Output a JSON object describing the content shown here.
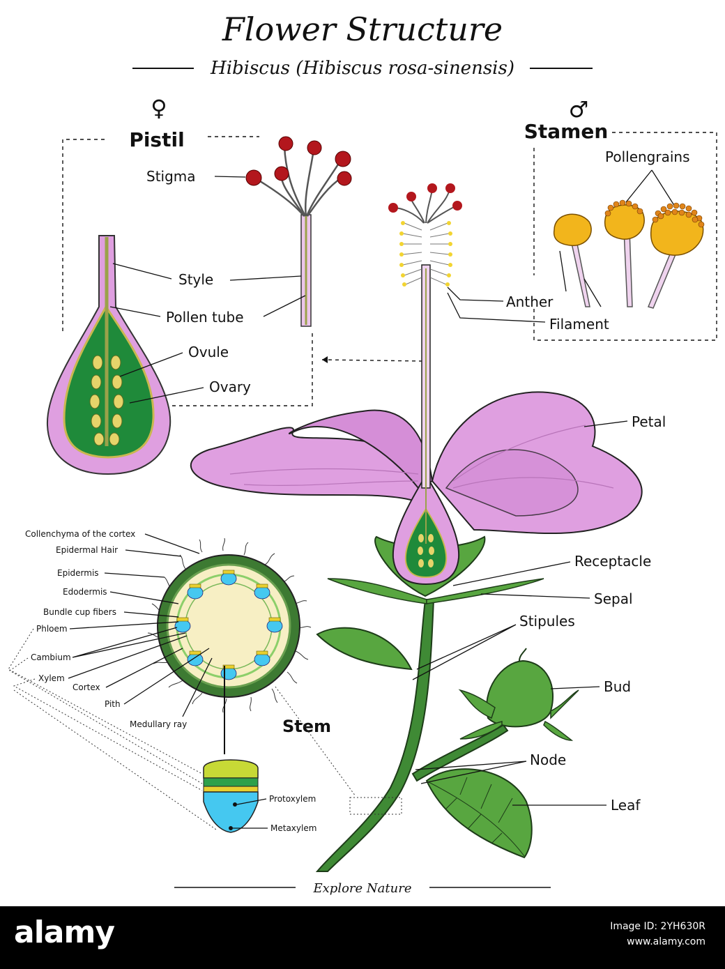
{
  "header": {
    "title": "Flower Structure",
    "subtitle": "Hibiscus (Hibiscus rosa-sinensis)"
  },
  "pistil": {
    "heading": "Pistil",
    "symbol": "♀",
    "labels": {
      "stigma": "Stigma",
      "style": "Style",
      "pollen_tube": "Pollen tube",
      "ovule": "Ovule",
      "ovary": "Ovary"
    }
  },
  "stamen": {
    "heading": "Stamen",
    "symbol": "♂",
    "labels": {
      "pollengrains": "Pollengrains",
      "anther": "Anther",
      "filament": "Filament"
    }
  },
  "flower": {
    "labels": {
      "petal": "Petal",
      "receptacle": "Receptacle",
      "sepal": "Sepal",
      "stipules": "Stipules",
      "bud": "Bud",
      "node": "Node",
      "leaf": "Leaf"
    }
  },
  "stem": {
    "heading": "Stem",
    "labels": {
      "collenchyma": "Collenchyma of the cortex",
      "epidermal_hair": "Epidermal Hair",
      "epidermis": "Epidermis",
      "edodermis": "Edodermis",
      "bundle_cup_fibers": "Bundle cup fibers",
      "phloem": "Phloem",
      "cambium": "Cambium",
      "xylem": "Xylem",
      "cortex": "Cortex",
      "pith": "Pith",
      "medullary_ray": "Medullary ray",
      "protoxylem": "Protoxylem",
      "metaxylem": "Metaxylem"
    }
  },
  "footer": {
    "caption": "Explore Nature",
    "logo": "alamy",
    "image_id": "Image ID: 2YH630R",
    "site": "www.alamy.com"
  },
  "colors": {
    "petal": "#df9fe0",
    "petal_dark": "#c77ac8",
    "ovary_green": "#1f8a3a",
    "ovule_yellow": "#e6d46a",
    "stigma_red": "#b3171d",
    "pollen_yellow": "#f2b51c",
    "stem_green": "#3f8a35",
    "leaf_green": "#58a640",
    "stem_section_fill": "#f7efc4",
    "vascular_blue": "#45c8f0",
    "footer_black": "#000000"
  }
}
